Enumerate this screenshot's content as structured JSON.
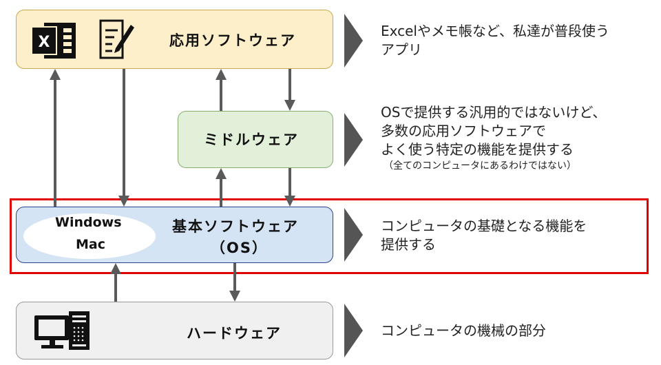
{
  "layers": {
    "app": {
      "label": "応用ソフトウェア",
      "description_line1": "Excelやメモ帳など、私達が普段使う",
      "description_line2": "アプリ",
      "excel_icon_letter": "X",
      "fill": "#fcefc9",
      "border": "#c9a84c"
    },
    "middleware": {
      "label": "ミドルウェア",
      "description_line1": "OSで提供する汎用的ではないけど、",
      "description_line2": "多数の応用ソフトウェアで",
      "description_line3": "よく使う特定の機能を提供する",
      "description_note": "（全てのコンピュータにあるわけではない）",
      "fill": "#e2f0d9",
      "border": "#86ad70"
    },
    "os": {
      "label_line1": "基本ソフトウェア",
      "label_line2": "（OS）",
      "examples_line1": "Windows",
      "examples_line2": "Mac",
      "description_line1": "コンピュータの基礎となる機能を",
      "description_line2": "提供する",
      "fill": "#d5e4f5",
      "border": "#2f3f8f",
      "highlight": "#e00000"
    },
    "hardware": {
      "label": "ハードウェア",
      "description": "コンピュータの機械の部分",
      "fill": "#f0f0f0",
      "border": "#999999"
    }
  },
  "icons": [
    "excel-icon",
    "notepad-icon",
    "computer-icon"
  ],
  "arrow_color": "#5a5a5a",
  "pointer_color": "#555555"
}
